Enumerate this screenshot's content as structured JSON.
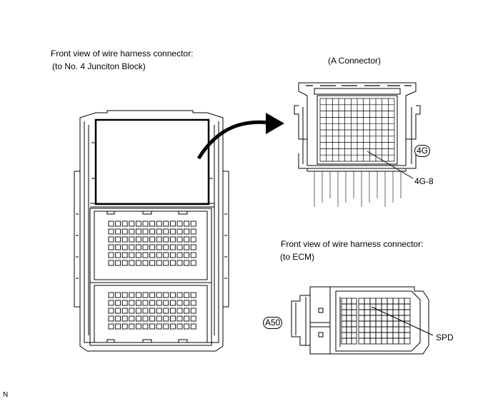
{
  "labels": {
    "left_title_line1": "Front view of wire harness connector:",
    "left_title_line2": "(to No. 4 Junciton Block)",
    "a_connector_title": "(A Connector)",
    "right_title_line1": "Front view of wire harness connector:",
    "right_title_line2": "(to ECM)",
    "connector_4g_tag": "4G",
    "pin_4g8": "4G-8",
    "connector_a50_tag": "A50",
    "pin_spd": "SPD",
    "corner_mark": "N"
  },
  "colors": {
    "line": "#000000",
    "background": "#ffffff"
  }
}
